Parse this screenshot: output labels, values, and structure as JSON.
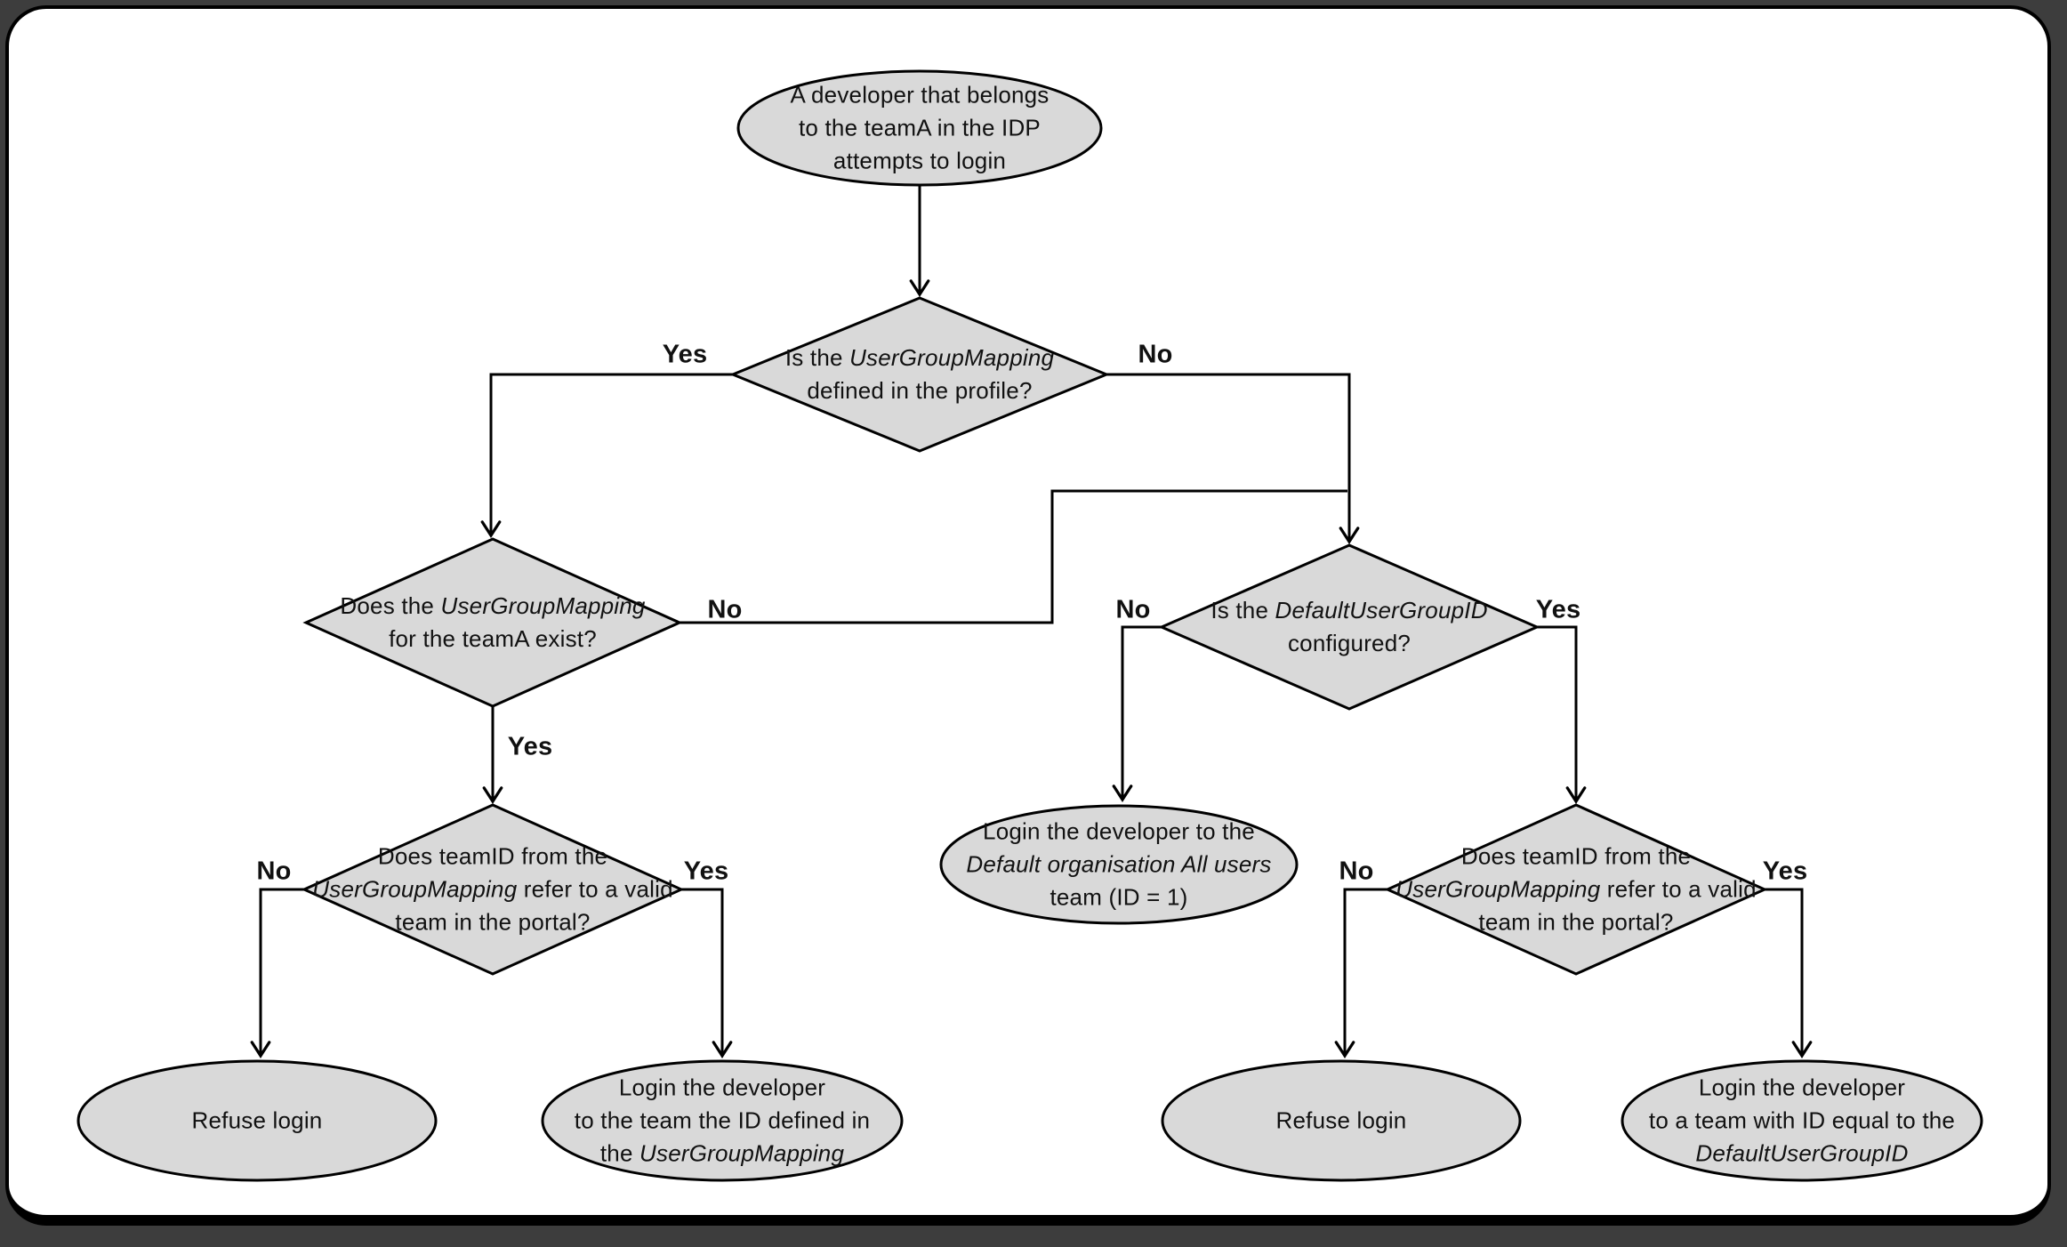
{
  "diagram": {
    "title": "Developer IDP login team-mapping decision flowchart",
    "colors": {
      "page-bg": "#3d3d3d",
      "canvas-bg": "#ffffff",
      "node-fill": "#d9d9d9",
      "stroke": "#000000",
      "text": "#111111"
    },
    "nodes": [
      {
        "id": "start",
        "type": "ellipse",
        "lines": [
          "A developer that belongs",
          "to the teamA in the IDP",
          "attempts to login"
        ]
      },
      {
        "id": "q-ugm-defined",
        "type": "diamond",
        "lines": [
          "Is the *UserGroupMapping*",
          "defined in the profile?"
        ]
      },
      {
        "id": "q-ugm-exists",
        "type": "diamond",
        "lines": [
          "Does the *UserGroupMapping*",
          "for the teamA exist?"
        ]
      },
      {
        "id": "q-dugid-configured",
        "type": "diamond",
        "lines": [
          "Is the *DefaultUserGroupID*",
          "configured?"
        ]
      },
      {
        "id": "q-teamid-valid-left",
        "type": "diamond",
        "lines": [
          "Does teamID from the",
          "*UserGroupMapping* refer to a valid",
          "team in the portal?"
        ]
      },
      {
        "id": "end-default-org",
        "type": "ellipse",
        "lines": [
          "Login the developer to the",
          "*Default organisation All users*",
          "team (ID = 1)"
        ]
      },
      {
        "id": "q-teamid-valid-right",
        "type": "diamond",
        "lines": [
          "Does teamID from the",
          "*UserGroupMapping* refer to a valid",
          "team in the portal?"
        ]
      },
      {
        "id": "end-refuse-left",
        "type": "ellipse",
        "lines": [
          "Refuse login"
        ]
      },
      {
        "id": "end-login-ugm-team",
        "type": "ellipse",
        "lines": [
          "Login the developer",
          "to the team the ID defined in",
          "the *UserGroupMapping*"
        ]
      },
      {
        "id": "end-refuse-right",
        "type": "ellipse",
        "lines": [
          "Refuse login"
        ]
      },
      {
        "id": "end-login-dugid-team",
        "type": "ellipse",
        "lines": [
          "Login the developer",
          "to a team with ID equal to the",
          "*DefaultUserGroupID*"
        ]
      }
    ],
    "edge_labels": {
      "q1_yes": "Yes",
      "q1_no": "No",
      "q2_no": "No",
      "q2_yes": "Yes",
      "q3_no": "No",
      "q3_yes": "Yes",
      "q4_no": "No",
      "q4_yes": "Yes",
      "q5_no": "No",
      "q5_yes": "Yes"
    }
  }
}
